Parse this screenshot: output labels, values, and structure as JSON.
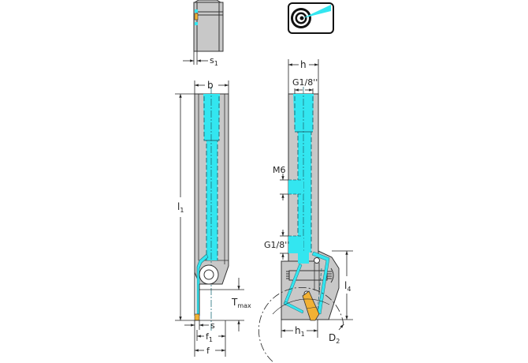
{
  "drawing": {
    "type": "cutting tool holder technical drawing",
    "colors": {
      "body": "#c8c8c8",
      "outline": "#333333",
      "coolant": "#33e6f0",
      "coolant_dark": "#1f8f9a",
      "insert": "#f2b134",
      "dimension": "#222222"
    }
  },
  "icon": {
    "name": "coolant-target-icon",
    "description": "target with coolant jet"
  },
  "side_view": {
    "dim_s1": {
      "main": "s",
      "sub": "1"
    },
    "dim_b": {
      "main": "b"
    },
    "dim_l1": {
      "main": "l",
      "sub": "1"
    },
    "dim_tmax": {
      "main": "T",
      "sub": "max"
    },
    "dim_s": {
      "main": "s"
    },
    "dim_f1": {
      "main": "f",
      "sub": "1"
    },
    "dim_f": {
      "main": "f"
    }
  },
  "front_view": {
    "dim_h": {
      "main": "h"
    },
    "port_top": {
      "label": "G1/8''"
    },
    "port_m6": {
      "label": "M6"
    },
    "port_side": {
      "label": "G1/8''"
    },
    "dim_l4": {
      "main": "l",
      "sub": "4"
    },
    "dim_h1": {
      "main": "h",
      "sub": "1"
    },
    "dim_d2": {
      "main": "D",
      "sub": "2"
    }
  }
}
